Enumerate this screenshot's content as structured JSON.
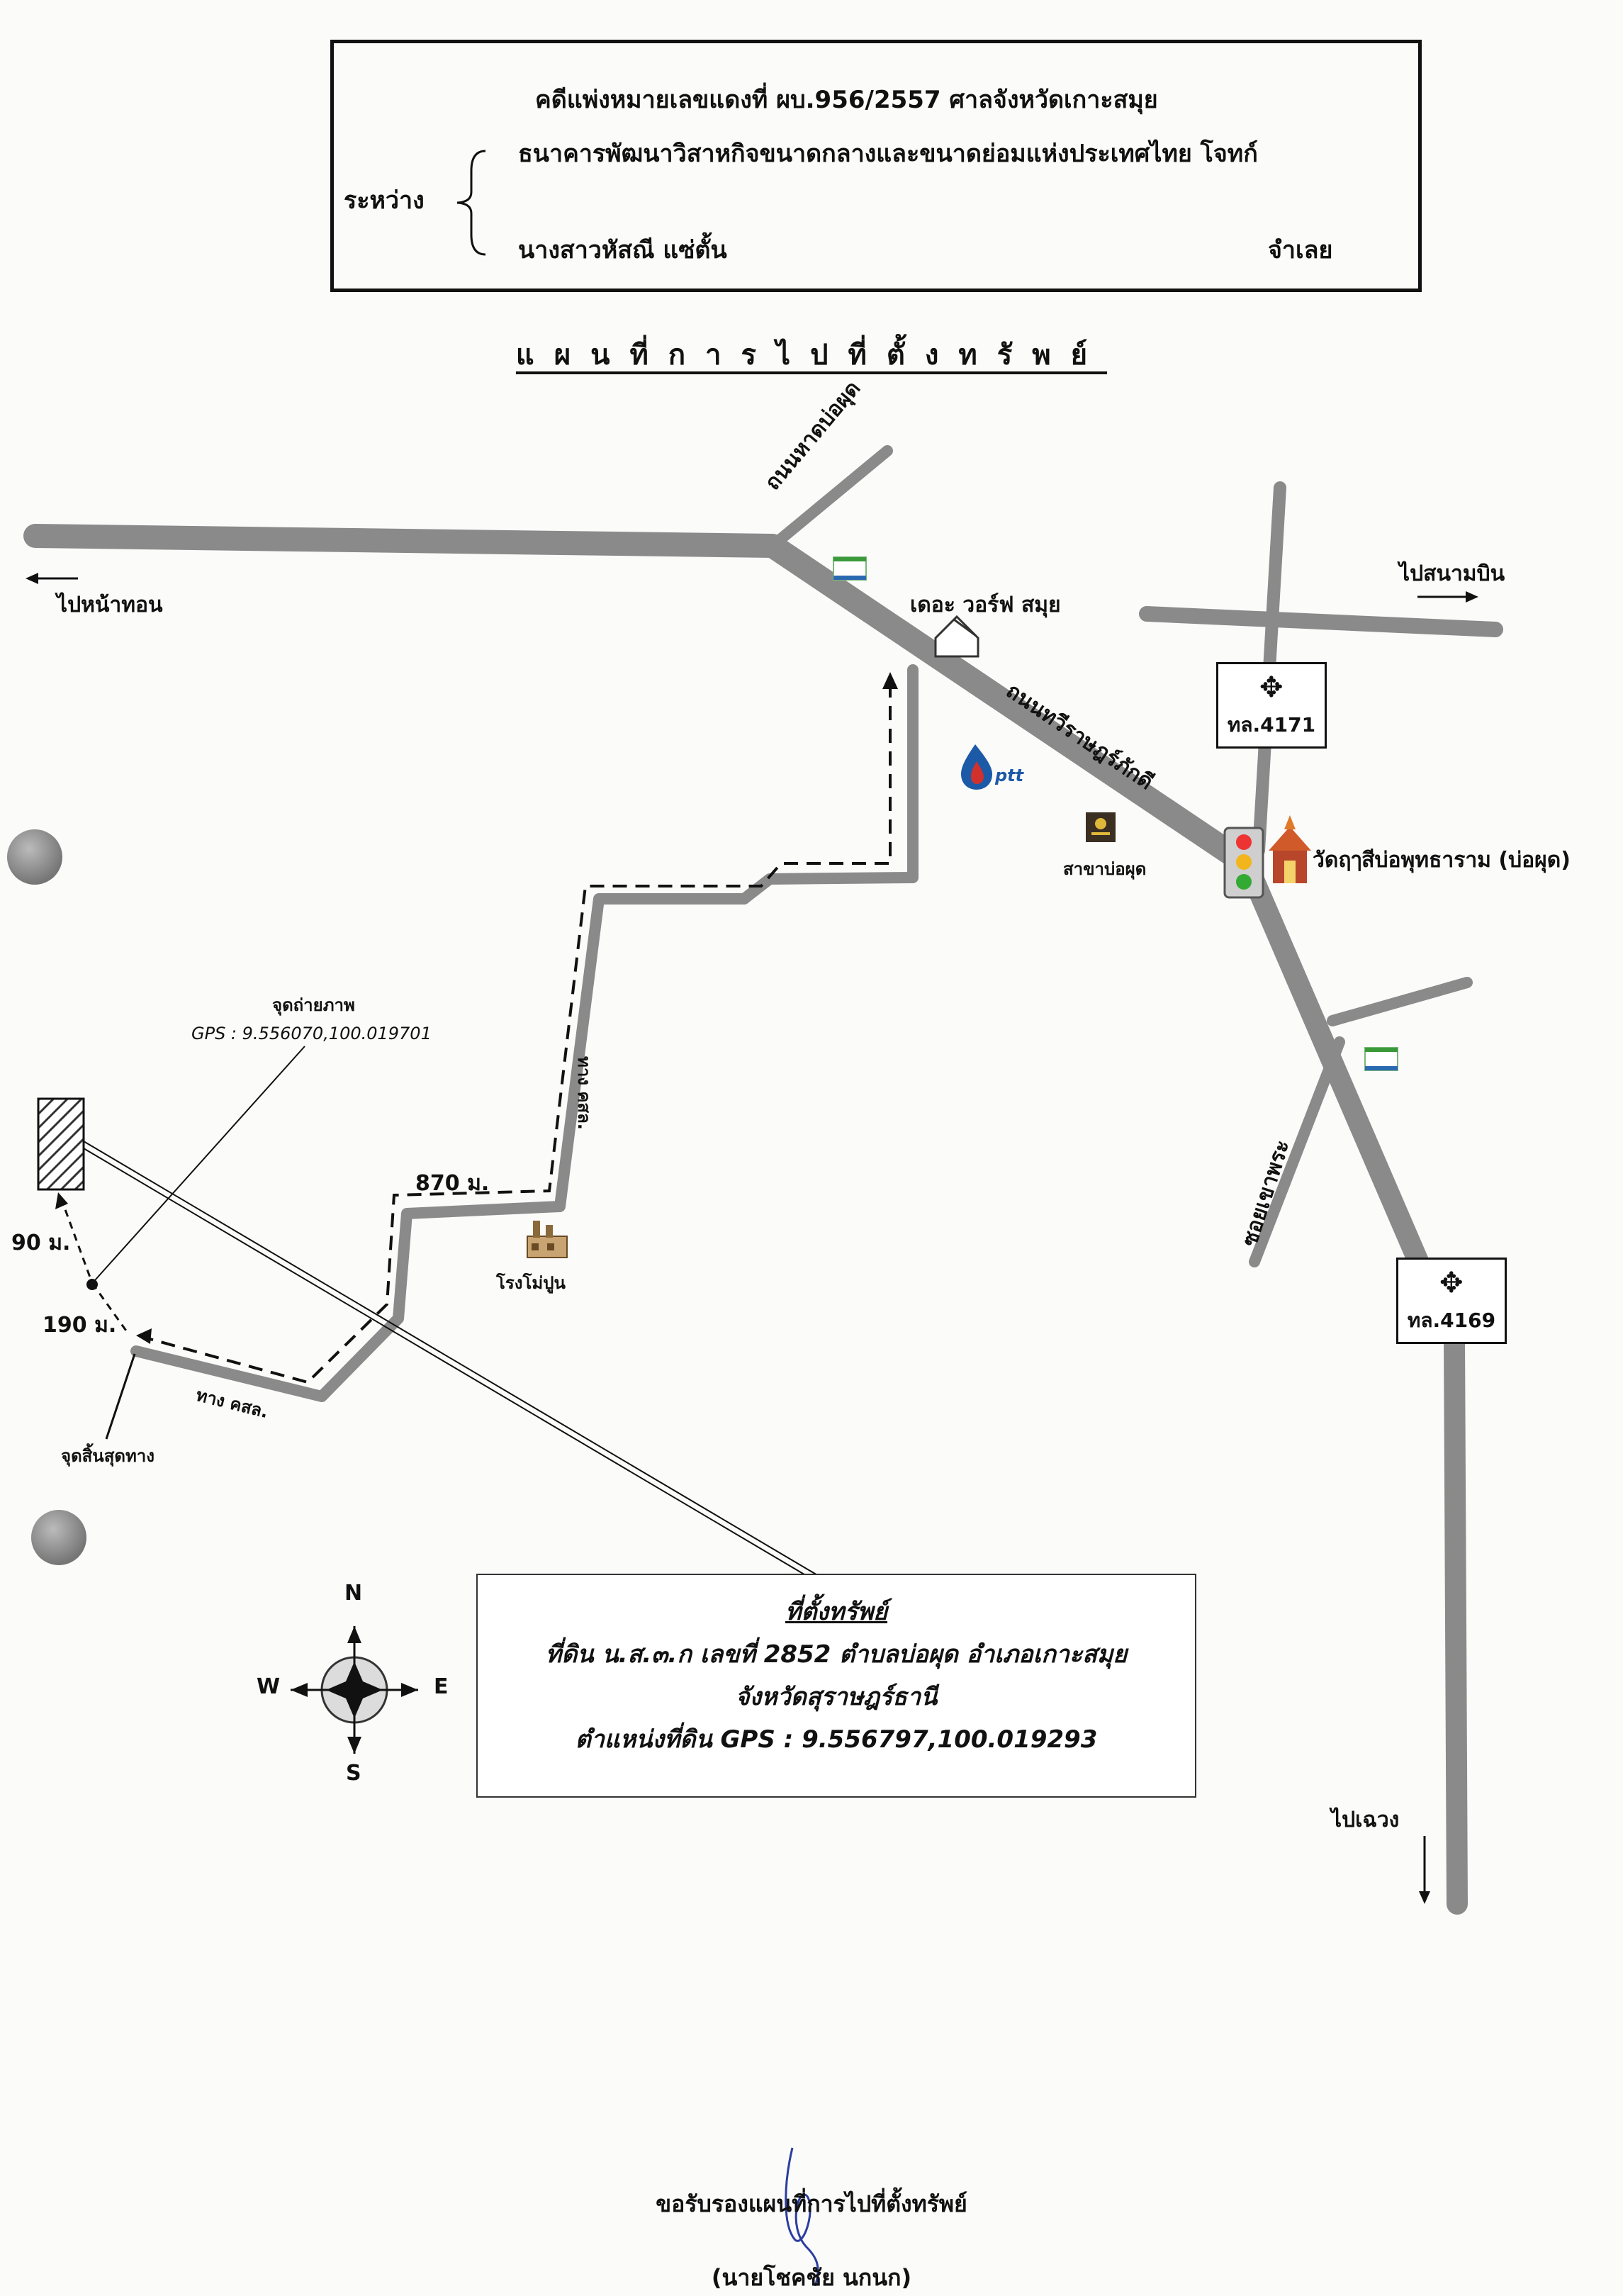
{
  "header": {
    "case_line": "คดีแพ่งหมายเลขแดงที่  ผบ.956/2557   ศาลจังหวัดเกาะสมุย",
    "between_label": "ระหว่าง",
    "plaintiff": "ธนาคารพัฒนาวิสาหกิจขนาดกลางและขนาดย่อมแห่งประเทศไทย  โจทก์",
    "defendant_name": "นางสาวหัสณี  แซ่ตั้น",
    "defendant_role": "จำเลย"
  },
  "map": {
    "title": "แผนที่การไปที่ตั้งทรัพย์",
    "labels": {
      "to_nathon": "ไปหน้าทอน",
      "to_airport": "ไปสนามบิน",
      "to_chaweng": "ไปเฉวง",
      "road_hat_bophut": "ถนนหาดบ่อผุด",
      "road_thawi": "ถนนทวีราษฎร์ภักดี",
      "soi_khao_phra": "ซอยเขาพระ",
      "resort": "เดอะ วอร์ฟ สมุย",
      "bank_branch": "สาขาบ่อผุด",
      "temple": "วัดฤๅสีบ่อพุทธาราม (บ่อผุด)",
      "hwy_4171": "ทล.4171",
      "hwy_4169": "ทล.4169",
      "path_upper": "ทาง คสล.",
      "path_lower": "ทาง คสล.",
      "dist_870": "870 ม.",
      "dist_90": "90 ม.",
      "dist_190": "190 ม.",
      "factory": "โรงโม่ปูน",
      "photo_point": "จุดถ่ายภาพ",
      "photo_gps": "GPS : 9.556070,100.019701",
      "end_point": "จุดสิ้นสุดทาง",
      "ptt": "ptt",
      "compass_n": "N",
      "compass_s": "S",
      "compass_e": "E",
      "compass_w": "W"
    },
    "colors": {
      "road": "#8a8a8a",
      "route": "#111111",
      "ptt_blue": "#1c5aa8",
      "ptt_red": "#d0312d",
      "temple": "#b8462a",
      "bank": "#3b2f22"
    },
    "icons": [
      "compass-rose-icon",
      "traffic-light-icon",
      "garuda-emblem-icon",
      "ptt-logo-icon",
      "temple-icon",
      "bank-logo-icon",
      "convenience-store-icon",
      "factory-icon",
      "house-icon"
    ]
  },
  "property": {
    "title": "ที่ตั้งทรัพย์",
    "line1": "ที่ดิน น.ส.๓.ก เลขที่ 2852 ตำบลบ่อผุด อำเภอเกาะสมุย",
    "line2": "จังหวัดสุราษฎร์ธานี",
    "line3": "ตำแหน่งที่ดิน GPS : 9.556797,100.019293"
  },
  "footer": {
    "certify": "ขอรับรองแผนที่การไปที่ตั้งทรัพย์",
    "name": "(นายโชคชัย  นกนก)"
  }
}
